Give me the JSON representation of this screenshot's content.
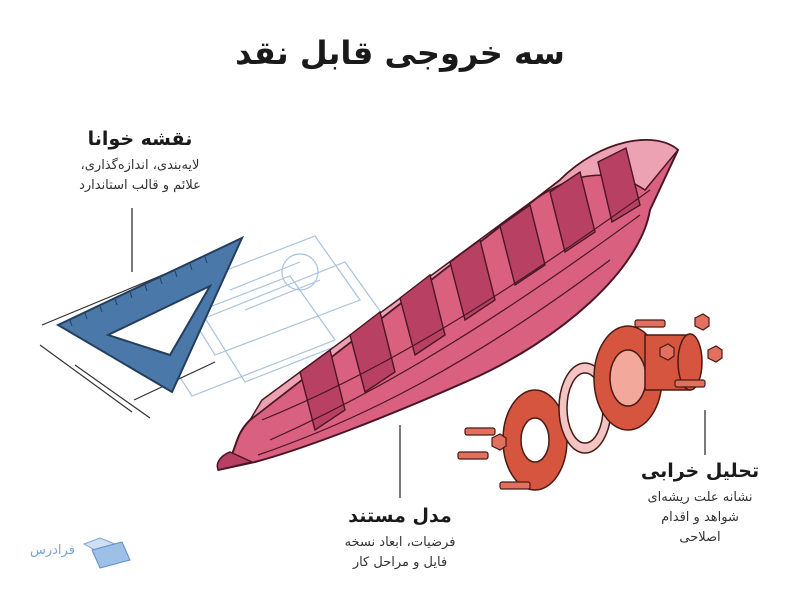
{
  "title": "سه خروجی قابل نقد",
  "labels": {
    "plan": {
      "heading": "نقشه خوانا",
      "lines": [
        "لایه‌بندی، اندازه‌گذاری،",
        "علائم و قالب استاندارد"
      ]
    },
    "model": {
      "heading": "مدل مستند",
      "lines": [
        "فرضیات، ابعاد نسخه",
        "فایل و مراحل کار"
      ]
    },
    "failure": {
      "heading": "تحلیل خرابی",
      "lines": [
        "نشانه علت ریشه‌ای",
        "شواهد و اقدام",
        "اصلاحی"
      ]
    }
  },
  "logo": {
    "text": "فرادرس"
  },
  "colors": {
    "hull": "#d9607f",
    "hull_dark": "#b84062",
    "hull_light": "#eca2b3",
    "square": "#4a78a8",
    "flange": "#d5553f",
    "gasket": "#f3c4c4",
    "blueprint": "#a9c3dd",
    "leader": "#333333"
  }
}
